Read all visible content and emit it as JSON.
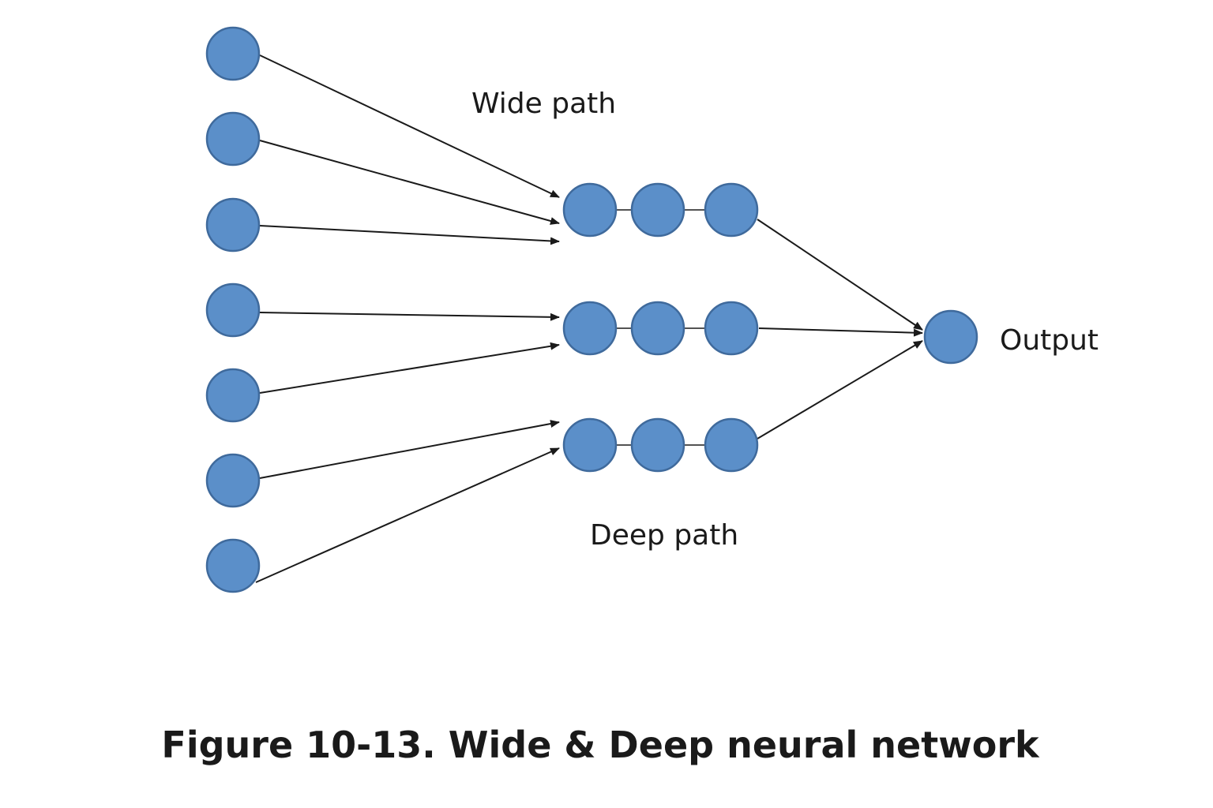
{
  "diagram": {
    "labels": {
      "wide_path": "Wide path",
      "deep_path": "Deep path",
      "output": "Output"
    },
    "caption": "Figure 10-13. Wide & Deep neural network",
    "colors": {
      "node_fill": "#5b8fc9",
      "node_stroke": "#3f6a9c",
      "edge": "#1a1a1a",
      "text": "#1a1a1a"
    },
    "input_count": 7,
    "hidden_rows": 3,
    "nodes_per_row": 3,
    "output_count": 1
  }
}
